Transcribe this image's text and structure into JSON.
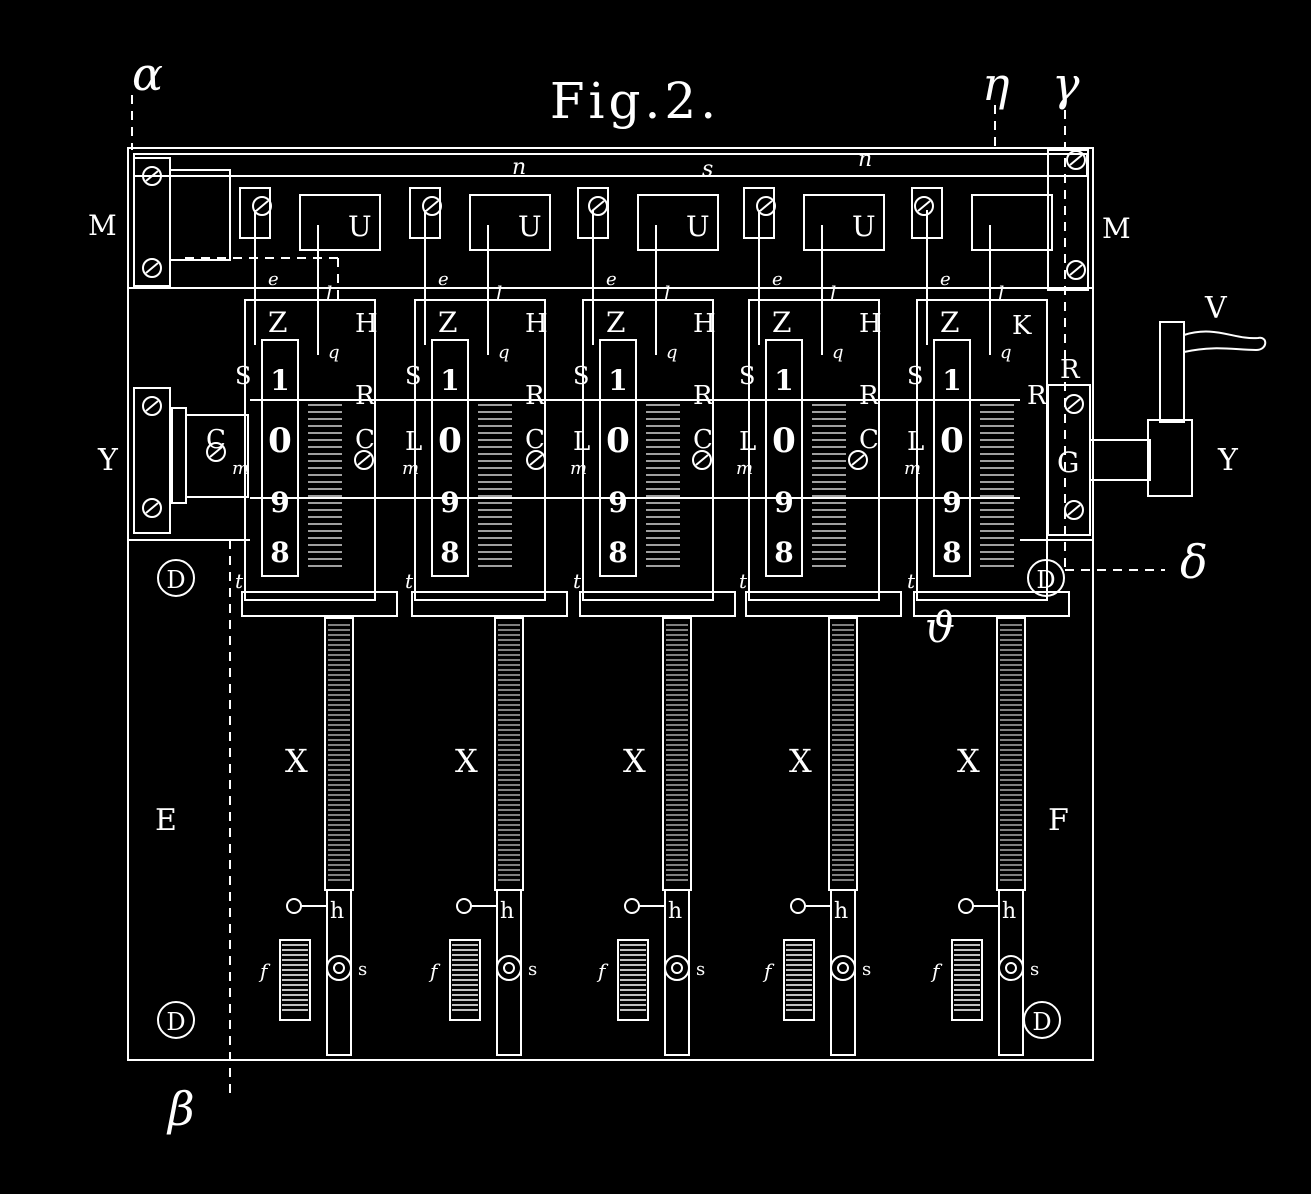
{
  "figure": {
    "title": "Fig.2.",
    "corner_marks": {
      "alpha": "α",
      "beta": "β",
      "gamma": "γ",
      "eta": "η",
      "delta": "δ",
      "theta": "ϑ"
    },
    "side_labels": {
      "M": "M",
      "Y": "Y",
      "V": "V",
      "E": "E",
      "F": "F",
      "G": "G",
      "K": "K"
    },
    "mount_label": "D",
    "columns": [
      {
        "letters": {
          "Z": "Z",
          "H": "H",
          "U": "U",
          "S": "S",
          "R": "R",
          "C": "C",
          "X": "X",
          "l": "l"
        },
        "left_label": "C",
        "digits": [
          "1",
          "0",
          "9",
          "8"
        ]
      },
      {
        "letters": {
          "Z": "Z",
          "H": "H",
          "U": "U",
          "S": "S",
          "R": "R",
          "C": "C",
          "X": "X",
          "l": "l"
        },
        "left_label": "L",
        "digits": [
          "1",
          "0",
          "9",
          "8"
        ]
      },
      {
        "letters": {
          "Z": "Z",
          "H": "H",
          "U": "U",
          "S": "S",
          "R": "R",
          "C": "C",
          "X": "X",
          "l": "l"
        },
        "left_label": "L",
        "digits": [
          "1",
          "0",
          "9",
          "8"
        ]
      },
      {
        "letters": {
          "Z": "Z",
          "H": "H",
          "U": "U",
          "S": "S",
          "R": "R",
          "C": "C",
          "X": "X",
          "l": "l"
        },
        "left_label": "L",
        "digits": [
          "1",
          "0",
          "9",
          "8"
        ]
      },
      {
        "letters": {
          "Z": "Z",
          "H": "",
          "U": "",
          "S": "S",
          "R": "R",
          "C": "",
          "X": "X",
          "l": "l"
        },
        "left_label": "L",
        "digits": [
          "1",
          "0",
          "9",
          "8"
        ]
      }
    ],
    "small_labels": {
      "e": "e",
      "m": "m",
      "t": "t",
      "n": "n",
      "s": "s",
      "q": "q",
      "h": "h",
      "f": "f"
    }
  }
}
